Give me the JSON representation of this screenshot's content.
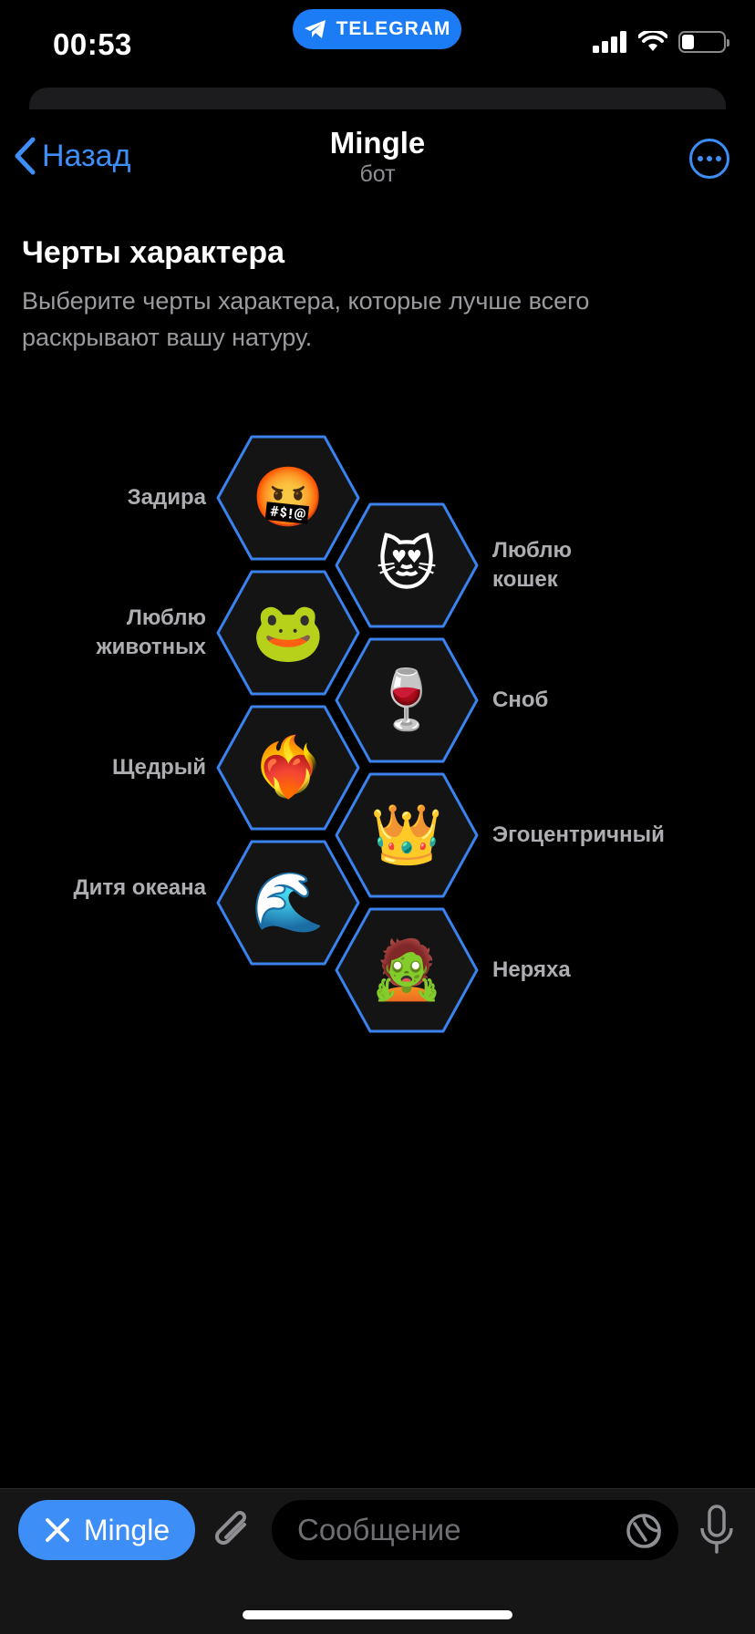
{
  "status": {
    "time": "00:53",
    "app_pill": "TELEGRAM"
  },
  "header": {
    "back_label": "Назад",
    "title": "Mingle",
    "subtitle": "бот"
  },
  "page": {
    "title": "Черты характера",
    "description": "Выберите черты характера, которые лучше всего раскрывают вашу натуру."
  },
  "traits": [
    {
      "label": "Задира",
      "emoji": "🤬",
      "side": "left"
    },
    {
      "label": "Люблю кошек",
      "emoji": "😻",
      "side": "right"
    },
    {
      "label": "Люблю животных",
      "emoji": "🐸",
      "side": "left"
    },
    {
      "label": "Сноб",
      "emoji": "🍷",
      "side": "right"
    },
    {
      "label": "Щедрый",
      "emoji": "❤️‍🔥",
      "side": "left"
    },
    {
      "label": "Эгоцентричный",
      "emoji": "👑",
      "side": "right"
    },
    {
      "label": "Дитя океана",
      "emoji": "🌊",
      "side": "left"
    },
    {
      "label": "Неряха",
      "emoji": "🧟",
      "side": "right"
    }
  ],
  "bottom": {
    "bot_button_label": "Mingle",
    "message_placeholder": "Сообщение"
  },
  "colors": {
    "accent": "#3e8ef7",
    "hex_fill": "#141414",
    "hex_stroke": "#3a82ee",
    "label": "#aeaeb2"
  }
}
